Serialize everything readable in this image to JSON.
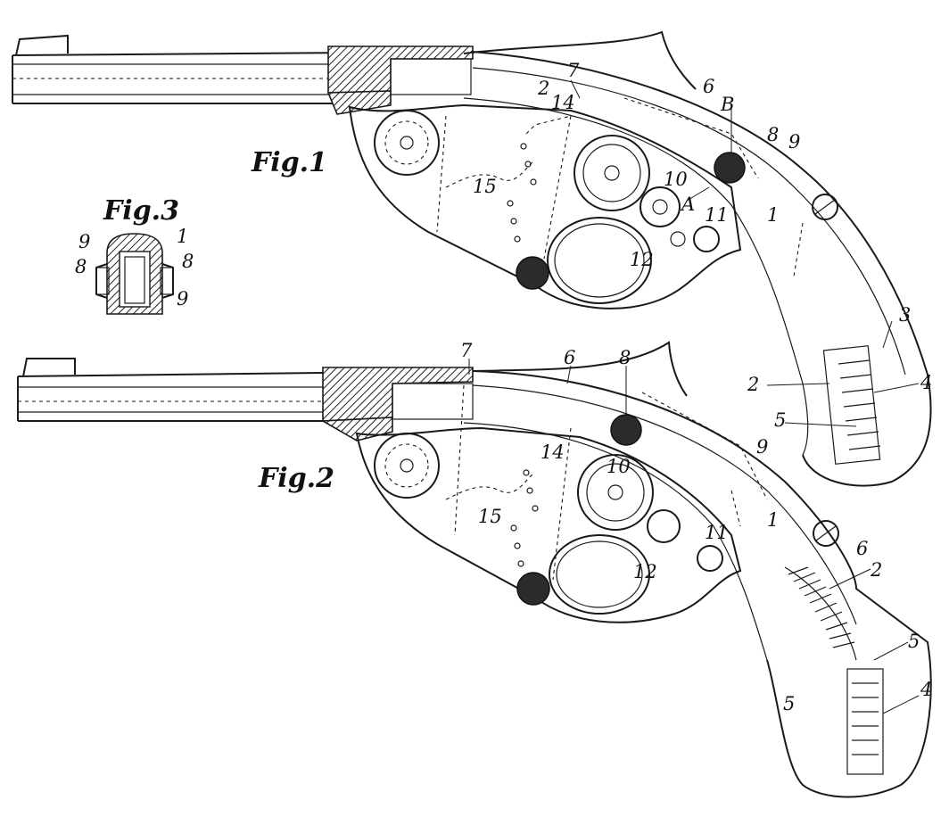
{
  "figures": {
    "fig1": "Fig.1",
    "fig2": "Fig.2",
    "fig3": "Fig.3"
  },
  "fig1_labels": [
    "7",
    "2",
    "14",
    "6",
    "B",
    "8",
    "9",
    "15",
    "10",
    "A",
    "11",
    "1",
    "12",
    "3",
    "2",
    "4",
    "5"
  ],
  "fig2_labels": [
    "7",
    "6",
    "8",
    "14",
    "10",
    "9",
    "15",
    "1",
    "11",
    "12",
    "6",
    "2",
    "5",
    "5",
    "4"
  ],
  "fig3_labels": [
    "9",
    "1",
    "8",
    "8",
    "9"
  ]
}
